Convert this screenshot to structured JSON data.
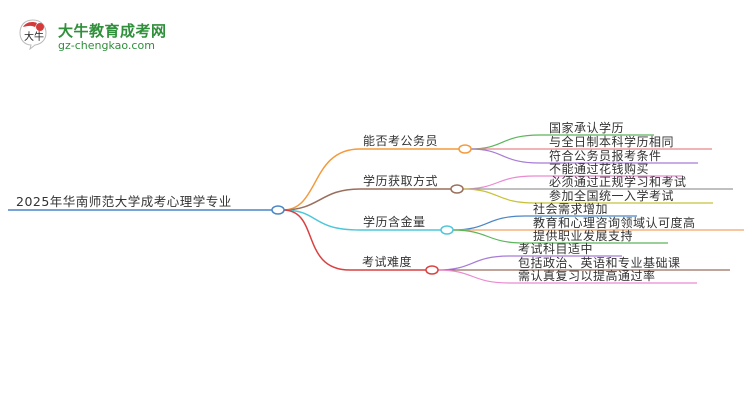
{
  "logo": {
    "title": "大牛教育成考网",
    "url": "gz-chengkao.com",
    "mark_text": "大牛",
    "brand_color": "#2f8f3a"
  },
  "mindmap": {
    "root": {
      "label": "2025年华南师范大学成考心理学专业",
      "color": "#4a86c5"
    },
    "branches": [
      {
        "label": "能否考公务员",
        "color": "#f39a3c",
        "children": [
          {
            "label": "国家承认学历",
            "color": "#5bb55b"
          },
          {
            "label": "与全日制本科学历相同",
            "color": "#e8868a"
          },
          {
            "label": "符合公务员报考条件",
            "color": "#a77bd6"
          }
        ]
      },
      {
        "label": "学历获取方式",
        "color": "#9a6e5c",
        "children": [
          {
            "label": "不能通过花钱购买",
            "color": "#ea8ad0"
          },
          {
            "label": "必须通过正规学习和考试",
            "color": "#9a9a9a"
          },
          {
            "label": "参加全国统一入学考试",
            "color": "#c8c23a"
          }
        ]
      },
      {
        "label": "学历含金量",
        "color": "#4cc7d9",
        "children": [
          {
            "label": "社会需求增加",
            "color": "#4a86c5"
          },
          {
            "label": "教育和心理咨询领域认可度高",
            "color": "#f3a465"
          },
          {
            "label": "提供职业发展支持",
            "color": "#5bb55b"
          }
        ]
      },
      {
        "label": "考试难度",
        "color": "#d94040",
        "children": [
          {
            "label": "考试科目适中",
            "color": "#a77bd6"
          },
          {
            "label": "包括政治、英语和专业基础课",
            "color": "#9a6e5c"
          },
          {
            "label": "需认真复习以提高通过率",
            "color": "#ea8ad0"
          }
        ]
      }
    ]
  }
}
